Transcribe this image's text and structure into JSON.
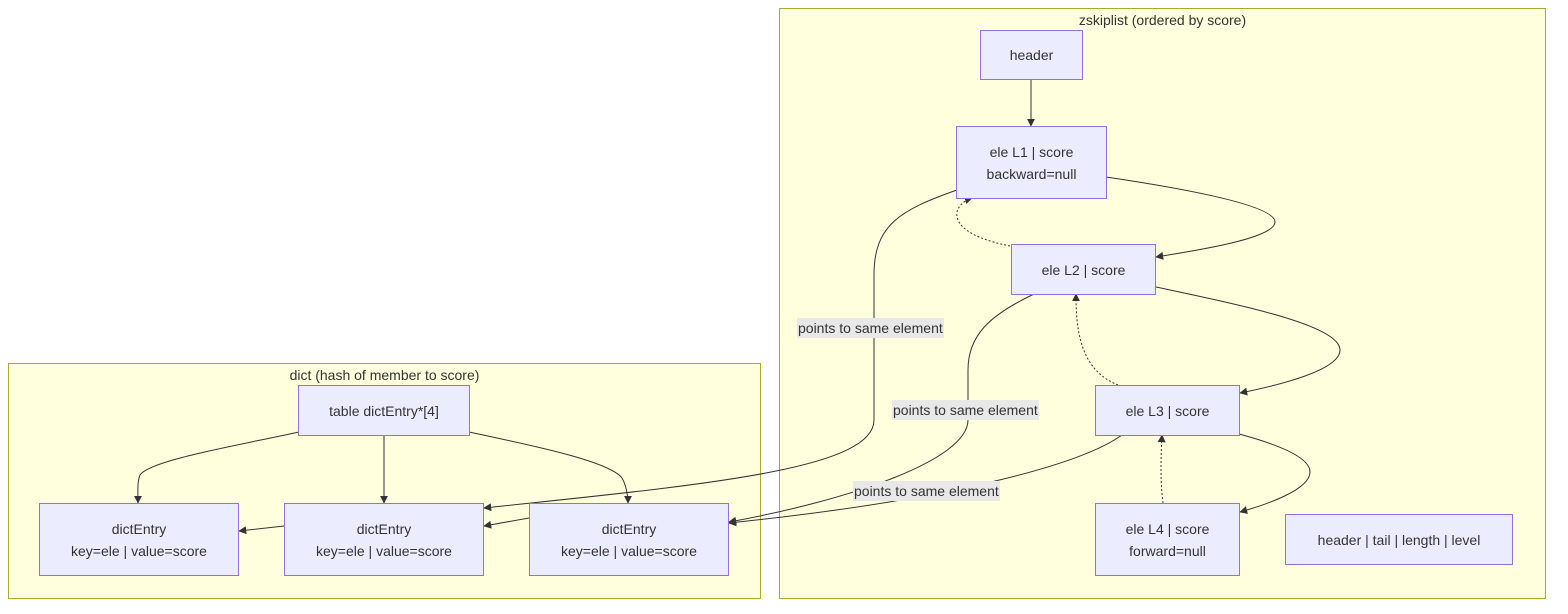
{
  "clusters": {
    "zskiplist": {
      "title": "zskiplist (ordered by score)"
    },
    "dict": {
      "title": "dict (hash of member to score)"
    }
  },
  "nodes": {
    "header": {
      "lines": [
        "header"
      ]
    },
    "l1": {
      "lines": [
        "ele L1 | score",
        "backward=null"
      ]
    },
    "l2": {
      "lines": [
        "ele L2 | score"
      ]
    },
    "l3": {
      "lines": [
        "ele L3 | score"
      ]
    },
    "l4": {
      "lines": [
        "ele L4 | score",
        "forward=null"
      ]
    },
    "zsl": {
      "lines": [
        "header | tail | length | level"
      ]
    },
    "table": {
      "lines": [
        "table dictEntry*[4]"
      ]
    },
    "de1": {
      "lines": [
        "dictEntry",
        "key=ele | value=score"
      ]
    },
    "de2": {
      "lines": [
        "dictEntry",
        "key=ele | value=score"
      ]
    },
    "de3": {
      "lines": [
        "dictEntry",
        "key=ele | value=score"
      ]
    }
  },
  "edge_labels": {
    "link1": "points to same element",
    "link2": "points to same element",
    "link3": "points to same element"
  },
  "colors": {
    "cluster_fill": "#ffffde",
    "cluster_border": "#aaaa33",
    "node_fill": "#ececff",
    "node_border": "#9370db",
    "edge": "#333333",
    "label_bg": "#e8e8e8"
  }
}
